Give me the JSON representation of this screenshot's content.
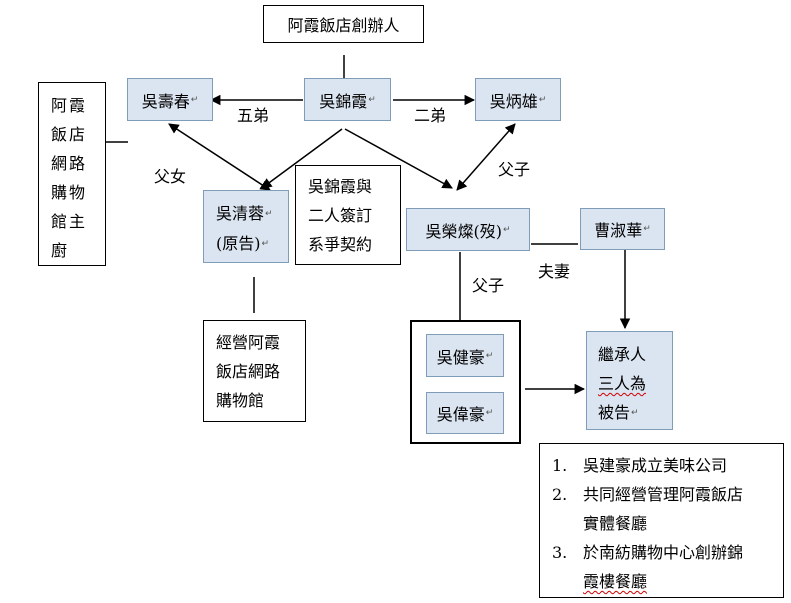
{
  "founder_title": "阿霞飯店創辦人",
  "chef_note": [
    "阿霞",
    "飯店",
    "網路",
    "購物",
    "館主",
    "廚"
  ],
  "nodes": {
    "wu_shouchun": "吳壽春",
    "wu_jinxia": "吳錦霞",
    "wu_bingxiong": "吳炳雄",
    "wu_qingrong": [
      "吳清蓉",
      "(原告)"
    ],
    "wu_rongcan": "吳榮燦(歿)",
    "cao_shuhua": "曹淑華",
    "wu_jianhao": "吳健豪",
    "wu_weihao": "吳偉豪"
  },
  "contract_note": [
    "吳錦霞與",
    "二人簽訂",
    "系爭契約"
  ],
  "operate_note": [
    "經營阿霞",
    "飯店網路",
    "購物館"
  ],
  "heirs_note": [
    "繼承人",
    "三人為",
    "被告"
  ],
  "relations": {
    "fifth_brother": "五弟",
    "second_brother": "二弟",
    "father_daughter": "父女",
    "father_son_1": "父子",
    "father_son_2": "父子",
    "spouses": "夫妻"
  },
  "facts_list": [
    {
      "num": "1.",
      "lines": [
        "吳建豪成立美味公司"
      ]
    },
    {
      "num": "2.",
      "lines": [
        "共同經營管理阿霞飯店",
        "實體餐廳"
      ]
    },
    {
      "num": "3.",
      "lines": [
        "於南紡購物中心創辦錦",
        "霞樓餐廳"
      ]
    }
  ],
  "paragraph_mark": "↵"
}
